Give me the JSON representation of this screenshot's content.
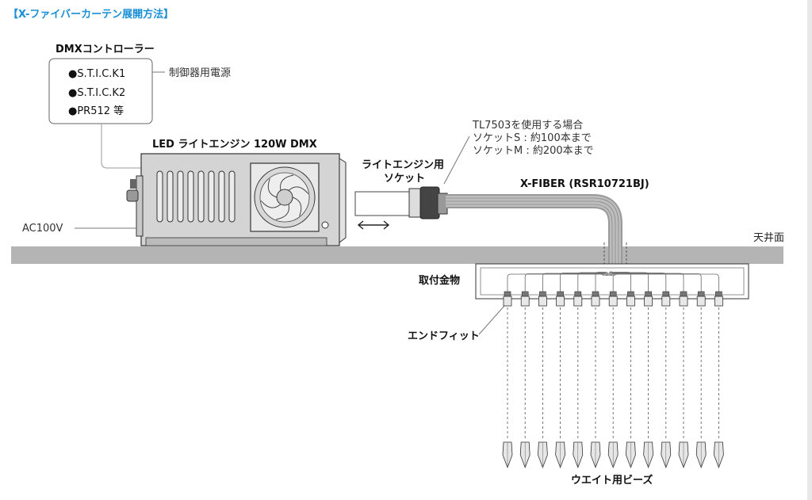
{
  "title": "【X-ファイバーカーテン展開方法】",
  "controller": {
    "heading": "DMXコントローラー",
    "items": [
      "●S.T.I.C.K1",
      "●S.T.I.C.K2",
      "●PR512 等"
    ],
    "power_note": "制御器用電源"
  },
  "engine": {
    "label": "LED ライトエンジン 120W DMX"
  },
  "ac_label": "AC100V",
  "socket": {
    "label_line1": "ライトエンジン用",
    "label_line2": "ソケット"
  },
  "tl_note": {
    "line1": "TL7503を使用する場合",
    "line2": "ソケットS : 約100本まで",
    "line3": "ソケットM : 約200本まで"
  },
  "fiber": {
    "label": "X-FIBER (RSR10721BJ)"
  },
  "ceiling": {
    "label": "天井面"
  },
  "bracket": {
    "label": "取付金物"
  },
  "end_fit": {
    "label": "エンドフィット"
  },
  "beads": {
    "label": "ウエイト用ビーズ",
    "count": 13
  },
  "colors": {
    "title": "#1a8fd6",
    "ceiling_fill": "#b4b4b4",
    "engine_fill": "#d2d2d2",
    "line": "#333333",
    "fiber": "#999999"
  }
}
